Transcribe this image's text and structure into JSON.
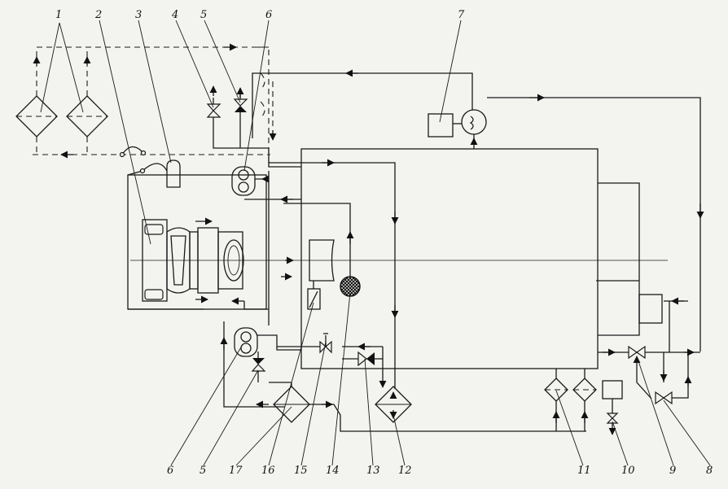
{
  "figure": {
    "callouts": [
      "1",
      "2",
      "3",
      "4",
      "5",
      "6",
      "7",
      "8",
      "9",
      "10",
      "11",
      "12",
      "13",
      "14",
      "15",
      "16",
      "17",
      "6",
      "5"
    ]
  }
}
